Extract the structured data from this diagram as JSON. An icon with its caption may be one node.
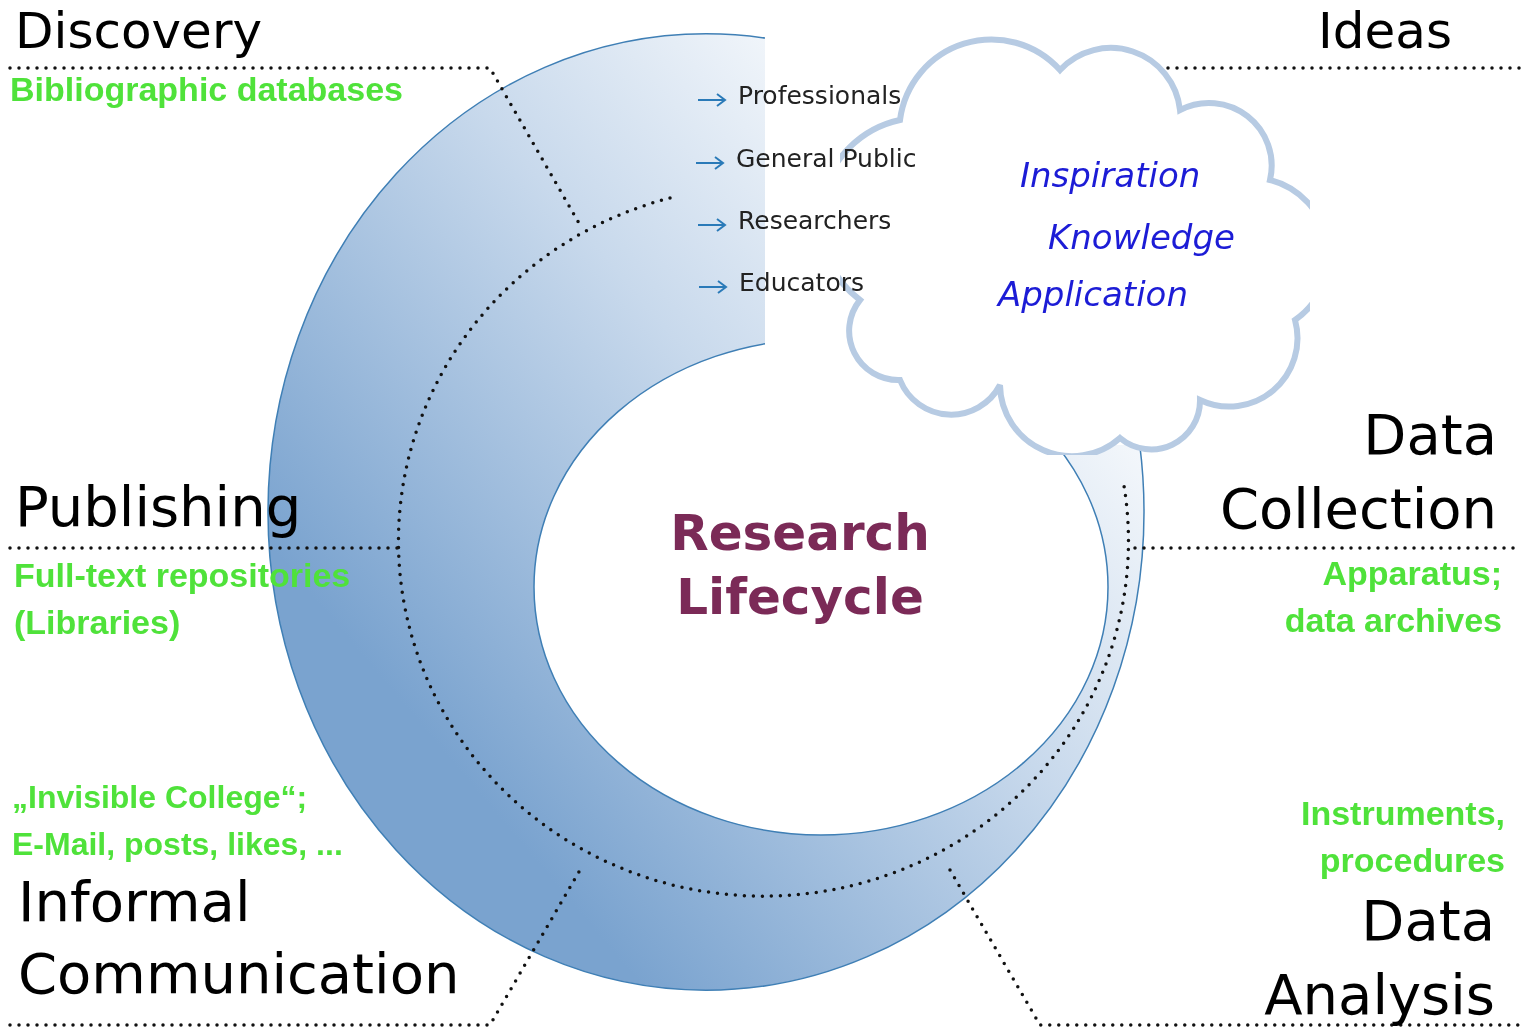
{
  "diagram": {
    "nodes": [
      {
        "text": [
          "Inspiration",
          "Knowledge",
          "Application"
        ]
      },
      {
        "text": [
          "Research Lifecycle"
        ]
      }
    ],
    "labels": [
      "Discovery",
      "Ideas",
      "Bibliographic databases",
      "Professionals",
      "General Public",
      "Researchers",
      "Educators",
      "Data Collection",
      "Publishing",
      "Full-text repositories (Libraries)",
      "Apparatus; data archives",
      "„Invisible College“; E-Mail, posts, likes, ...",
      "Instruments, procedures",
      "Informal Communication",
      "Data Analysis"
    ]
  }
}
